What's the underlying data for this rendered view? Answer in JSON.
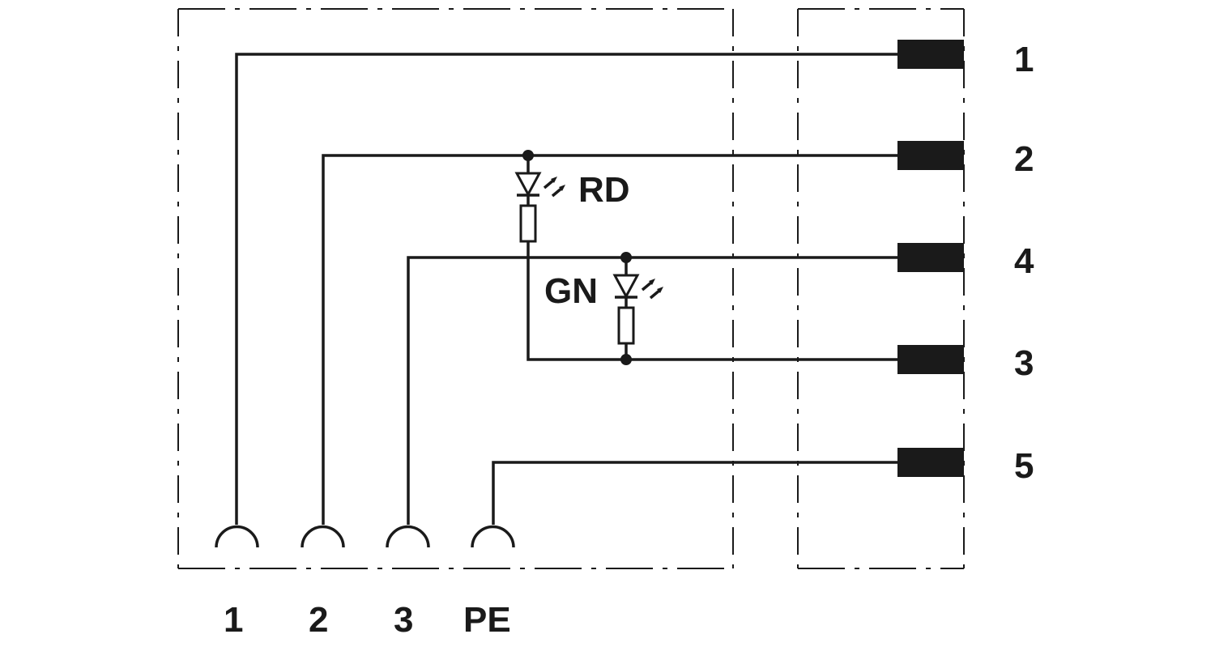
{
  "diagram": {
    "right_pins": [
      "1",
      "2",
      "4",
      "3",
      "5"
    ],
    "bottom_sockets": [
      "1",
      "2",
      "3",
      "PE"
    ],
    "led_red_label": "RD",
    "led_green_label": "GN",
    "colors": {
      "line": "#1a1a1a",
      "background": "#ffffff"
    }
  }
}
